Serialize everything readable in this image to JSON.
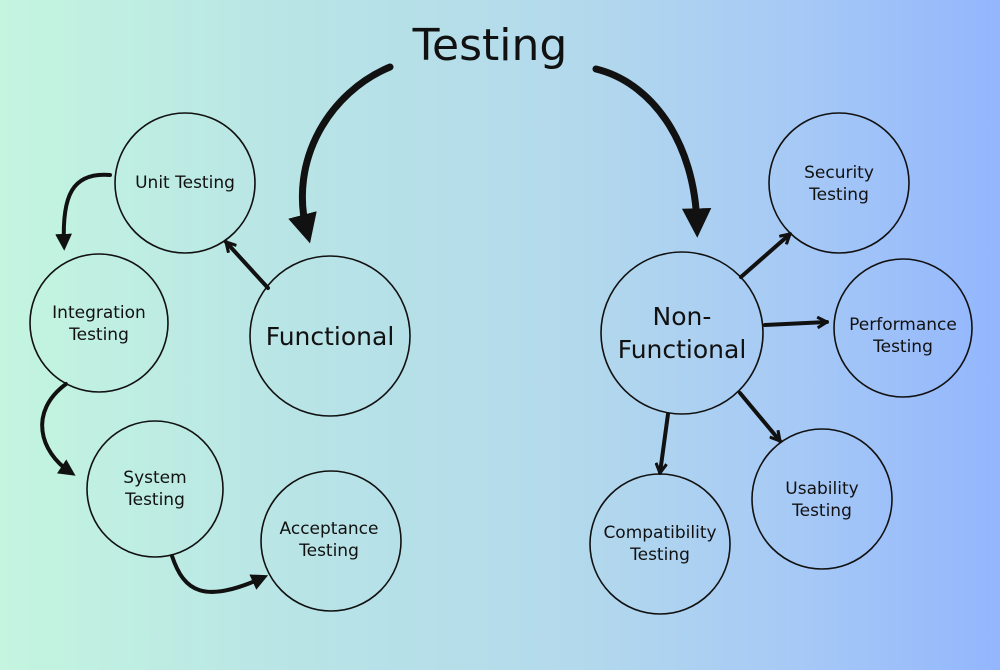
{
  "diagram": {
    "title": "Testing",
    "nodes": {
      "functional": "Functional",
      "non_functional": "Non-\nFunctional",
      "unit": "Unit Testing",
      "integration": "Integration\nTesting",
      "system": "System\nTesting",
      "acceptance": "Acceptance\nTesting",
      "security": "Security\nTesting",
      "performance": "Performance\nTesting",
      "usability": "Usability\nTesting",
      "compatibility": "Compatibility\nTesting"
    }
  }
}
